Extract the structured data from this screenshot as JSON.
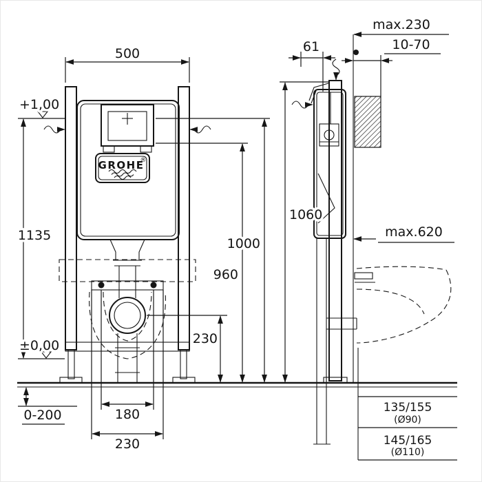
{
  "logo": {
    "brand": "GROHE",
    "registered": "®"
  },
  "levels": {
    "top": "+1,00",
    "floor": "±0,00"
  },
  "dims": {
    "width": "500",
    "frame_height": "1135",
    "foot_range": "0-200",
    "h1000": "1000",
    "h960": "960",
    "h230": "230",
    "bolt180": "180",
    "bolt230": "230",
    "h1060": "1060",
    "max230": "max.230",
    "depth61": "61",
    "wall_finish": "10-70",
    "max620": "max.620",
    "outlet_a": "135/155",
    "outlet_a_dia": "(Ø90)",
    "outlet_b": "145/165",
    "outlet_b_dia": "(Ø110)"
  }
}
